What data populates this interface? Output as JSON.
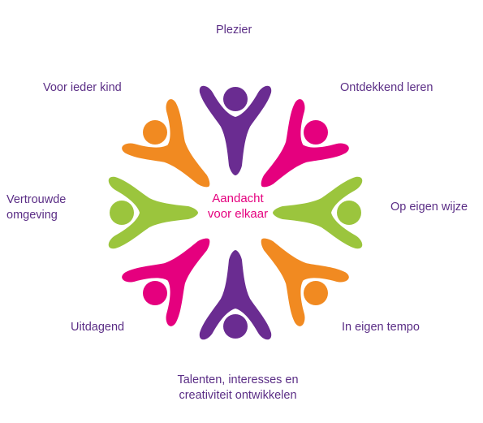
{
  "center": {
    "line1": "Aandacht",
    "line2": "voor elkaar"
  },
  "labels": {
    "plezier": "Plezier",
    "ontdekkend_leren": "Ontdekkend leren",
    "op_eigen_wijze": "Op eigen wijze",
    "in_eigen_tempo": "In eigen tempo",
    "talenten_line1": "Talenten, interesses en",
    "talenten_line2": "creativiteit ontwikkelen",
    "uitdagend": "Uitdagend",
    "vertrouwde_line1": "Vertrouwde",
    "vertrouwde_line2": "omgeving",
    "voor_ieder_kind": "Voor ieder kind"
  },
  "colors": {
    "purple": "#6a2c91",
    "magenta": "#e5007e",
    "orange": "#f18a21",
    "green": "#9bc53d",
    "label_text": "#5b2e86",
    "center_text": "#e5007e"
  },
  "figures": [
    {
      "name": "figure-plezier",
      "color": "purple"
    },
    {
      "name": "figure-ontdekkend-leren",
      "color": "magenta"
    },
    {
      "name": "figure-op-eigen-wijze",
      "color": "green"
    },
    {
      "name": "figure-in-eigen-tempo",
      "color": "orange"
    },
    {
      "name": "figure-talenten",
      "color": "purple"
    },
    {
      "name": "figure-uitdagend",
      "color": "magenta"
    },
    {
      "name": "figure-vertrouwde-omgeving",
      "color": "green"
    },
    {
      "name": "figure-voor-ieder-kind",
      "color": "orange"
    }
  ]
}
